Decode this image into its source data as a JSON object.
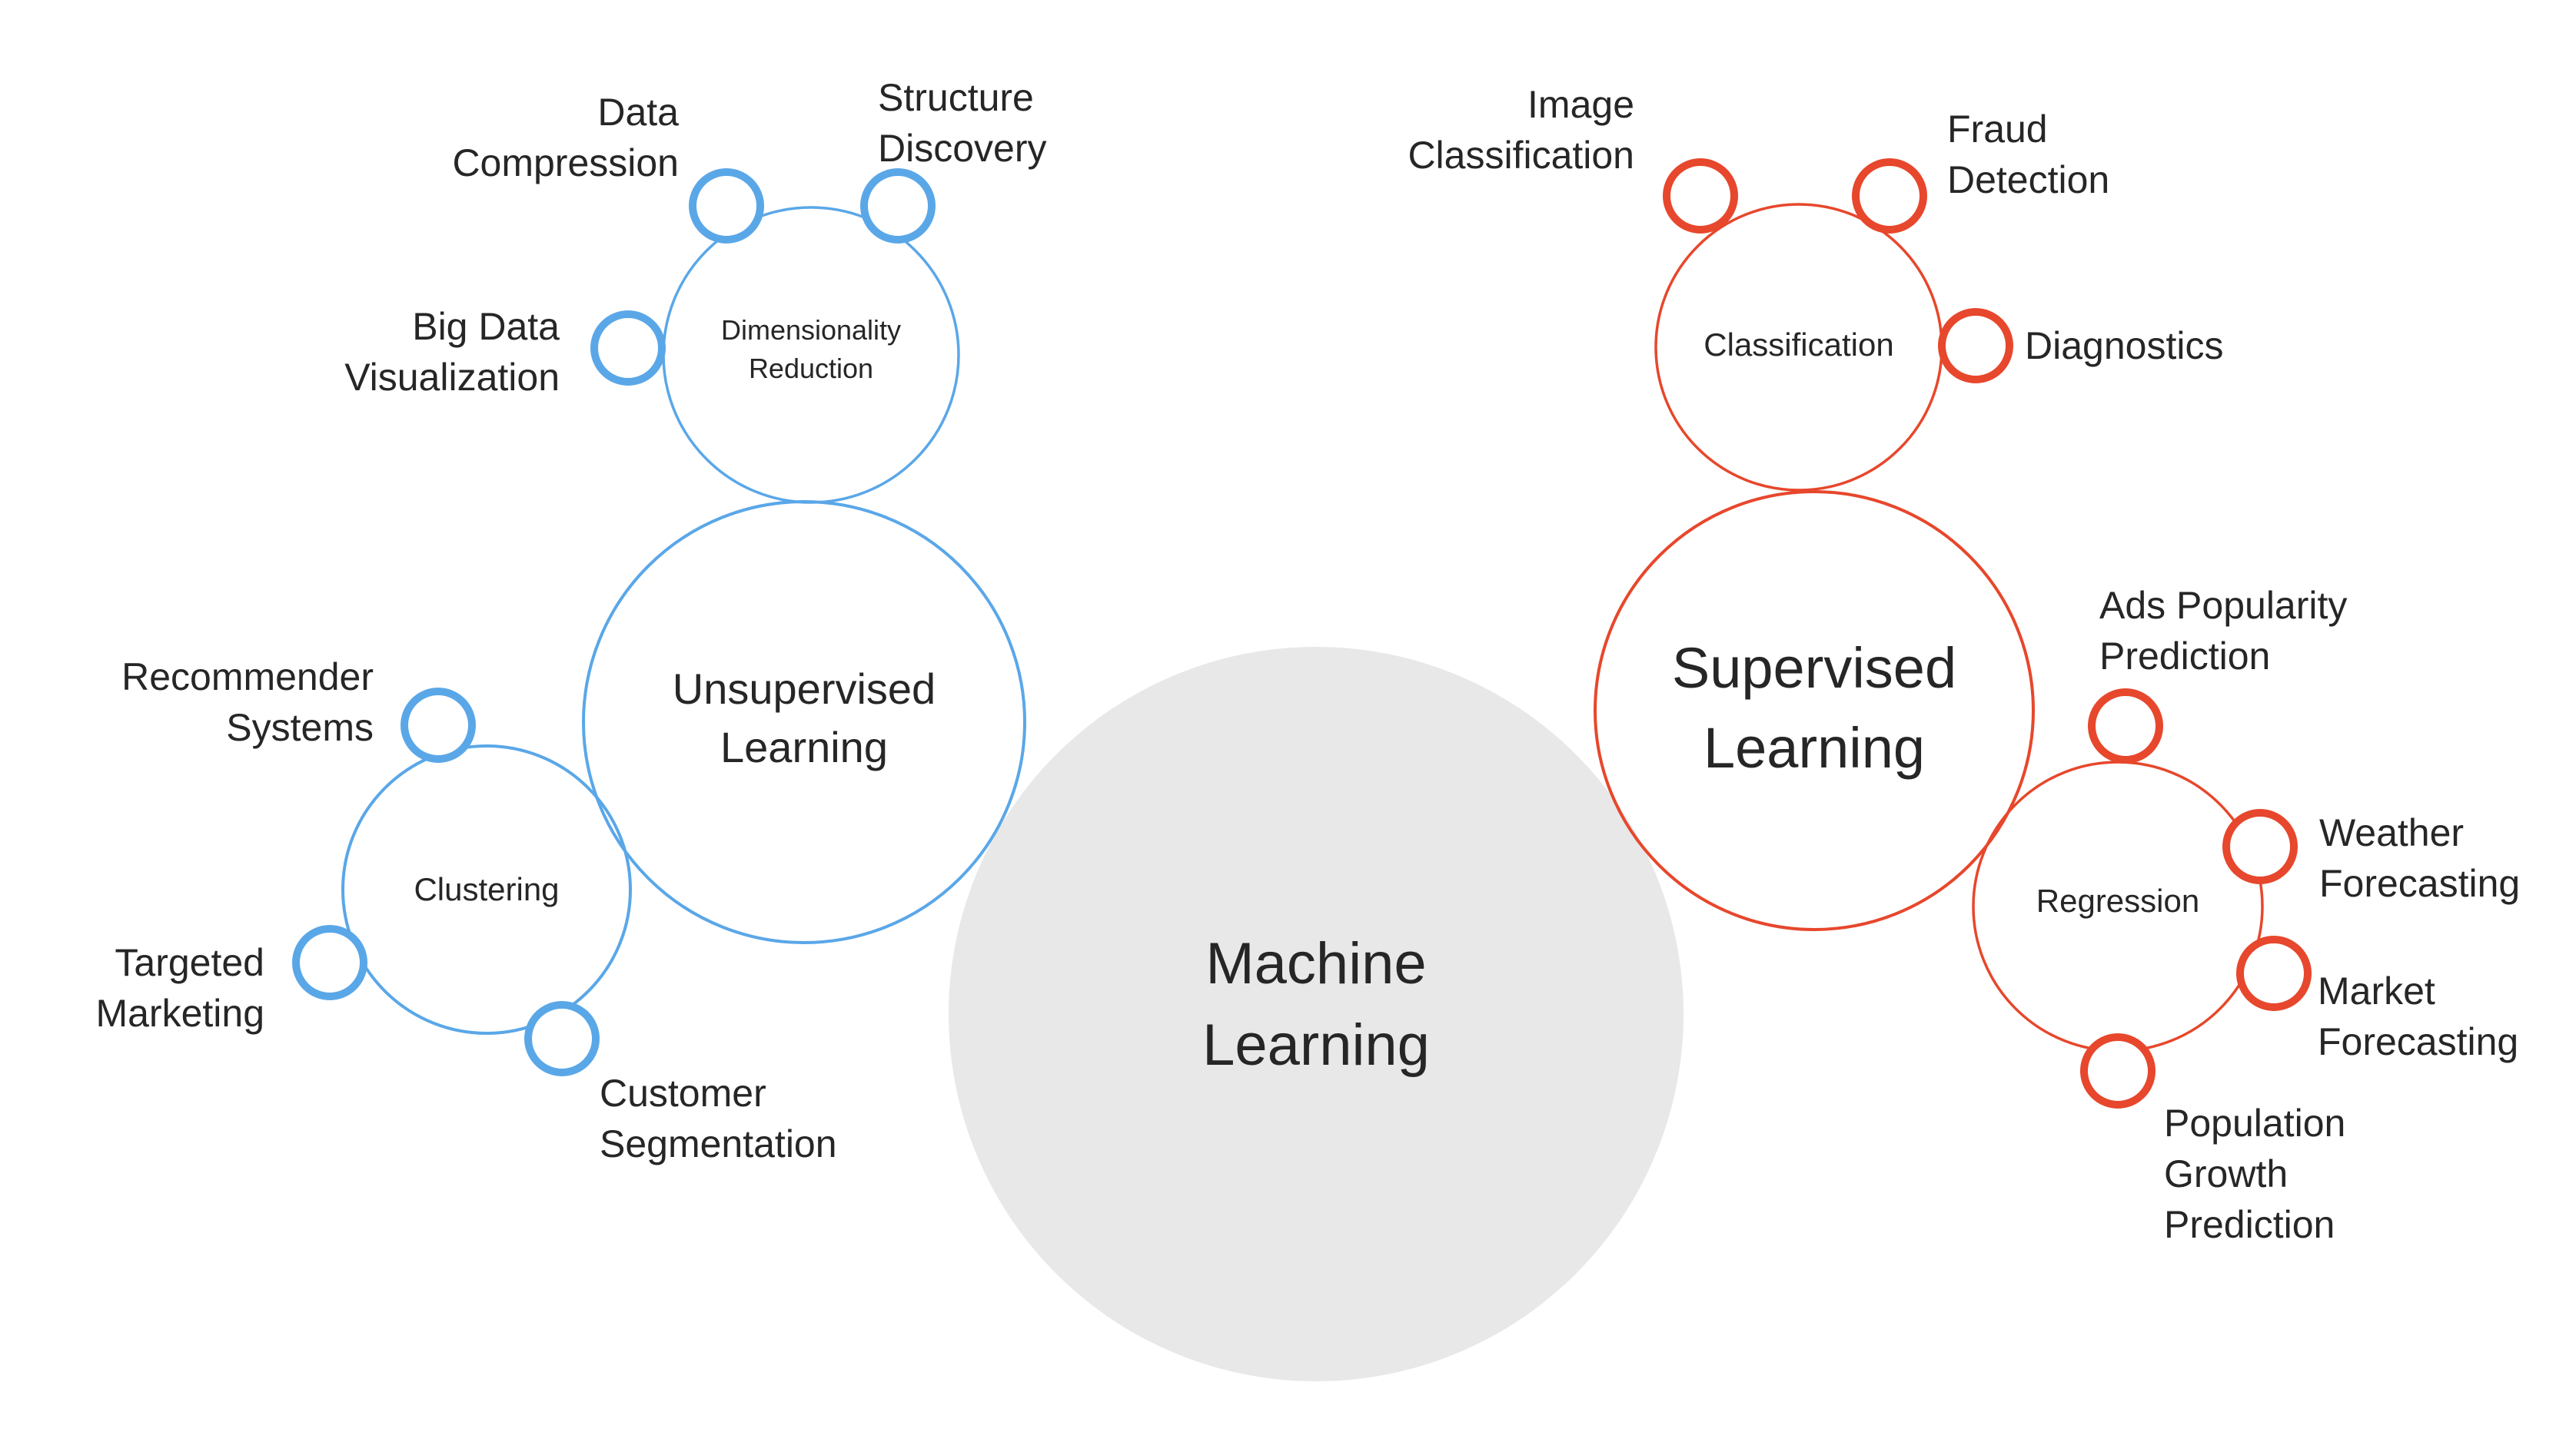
{
  "diagram": {
    "title": "Machine Learning taxonomy bubble diagram",
    "root": {
      "id": "machine-learning",
      "label": "Machine\nLearning",
      "fill": "#e8e8e8"
    },
    "branches": [
      {
        "id": "unsupervised-learning",
        "label": "Unsupervised\nLearning",
        "color": "#5aa7e8",
        "subtopics": [
          {
            "id": "dimensionality-reduction",
            "label": "Dimensionality\nReduction",
            "applications": [
              {
                "id": "data-compression",
                "label": "Data\nCompression"
              },
              {
                "id": "structure-discovery",
                "label": "Structure\nDiscovery"
              },
              {
                "id": "big-data-visualization",
                "label": "Big Data\nVisualization"
              }
            ]
          },
          {
            "id": "clustering",
            "label": "Clustering",
            "applications": [
              {
                "id": "recommender-systems",
                "label": "Recommender\nSystems"
              },
              {
                "id": "targeted-marketing",
                "label": "Targeted\nMarketing"
              },
              {
                "id": "customer-segmentation",
                "label": "Customer\nSegmentation"
              }
            ]
          }
        ]
      },
      {
        "id": "supervised-learning",
        "label": "Supervised\nLearning",
        "color": "#e7472c",
        "subtopics": [
          {
            "id": "classification",
            "label": "Classification",
            "applications": [
              {
                "id": "image-classification",
                "label": "Image\nClassification"
              },
              {
                "id": "fraud-detection",
                "label": "Fraud\nDetection"
              },
              {
                "id": "diagnostics",
                "label": "Diagnostics"
              }
            ]
          },
          {
            "id": "regression",
            "label": "Regression",
            "applications": [
              {
                "id": "ads-popularity-prediction",
                "label": "Ads Popularity\nPrediction"
              },
              {
                "id": "weather-forecasting",
                "label": "Weather\nForecasting"
              },
              {
                "id": "market-forecasting",
                "label": "Market\nForecasting"
              },
              {
                "id": "population-growth-prediction",
                "label": "Population\nGrowth\nPrediction"
              }
            ]
          }
        ]
      }
    ]
  }
}
